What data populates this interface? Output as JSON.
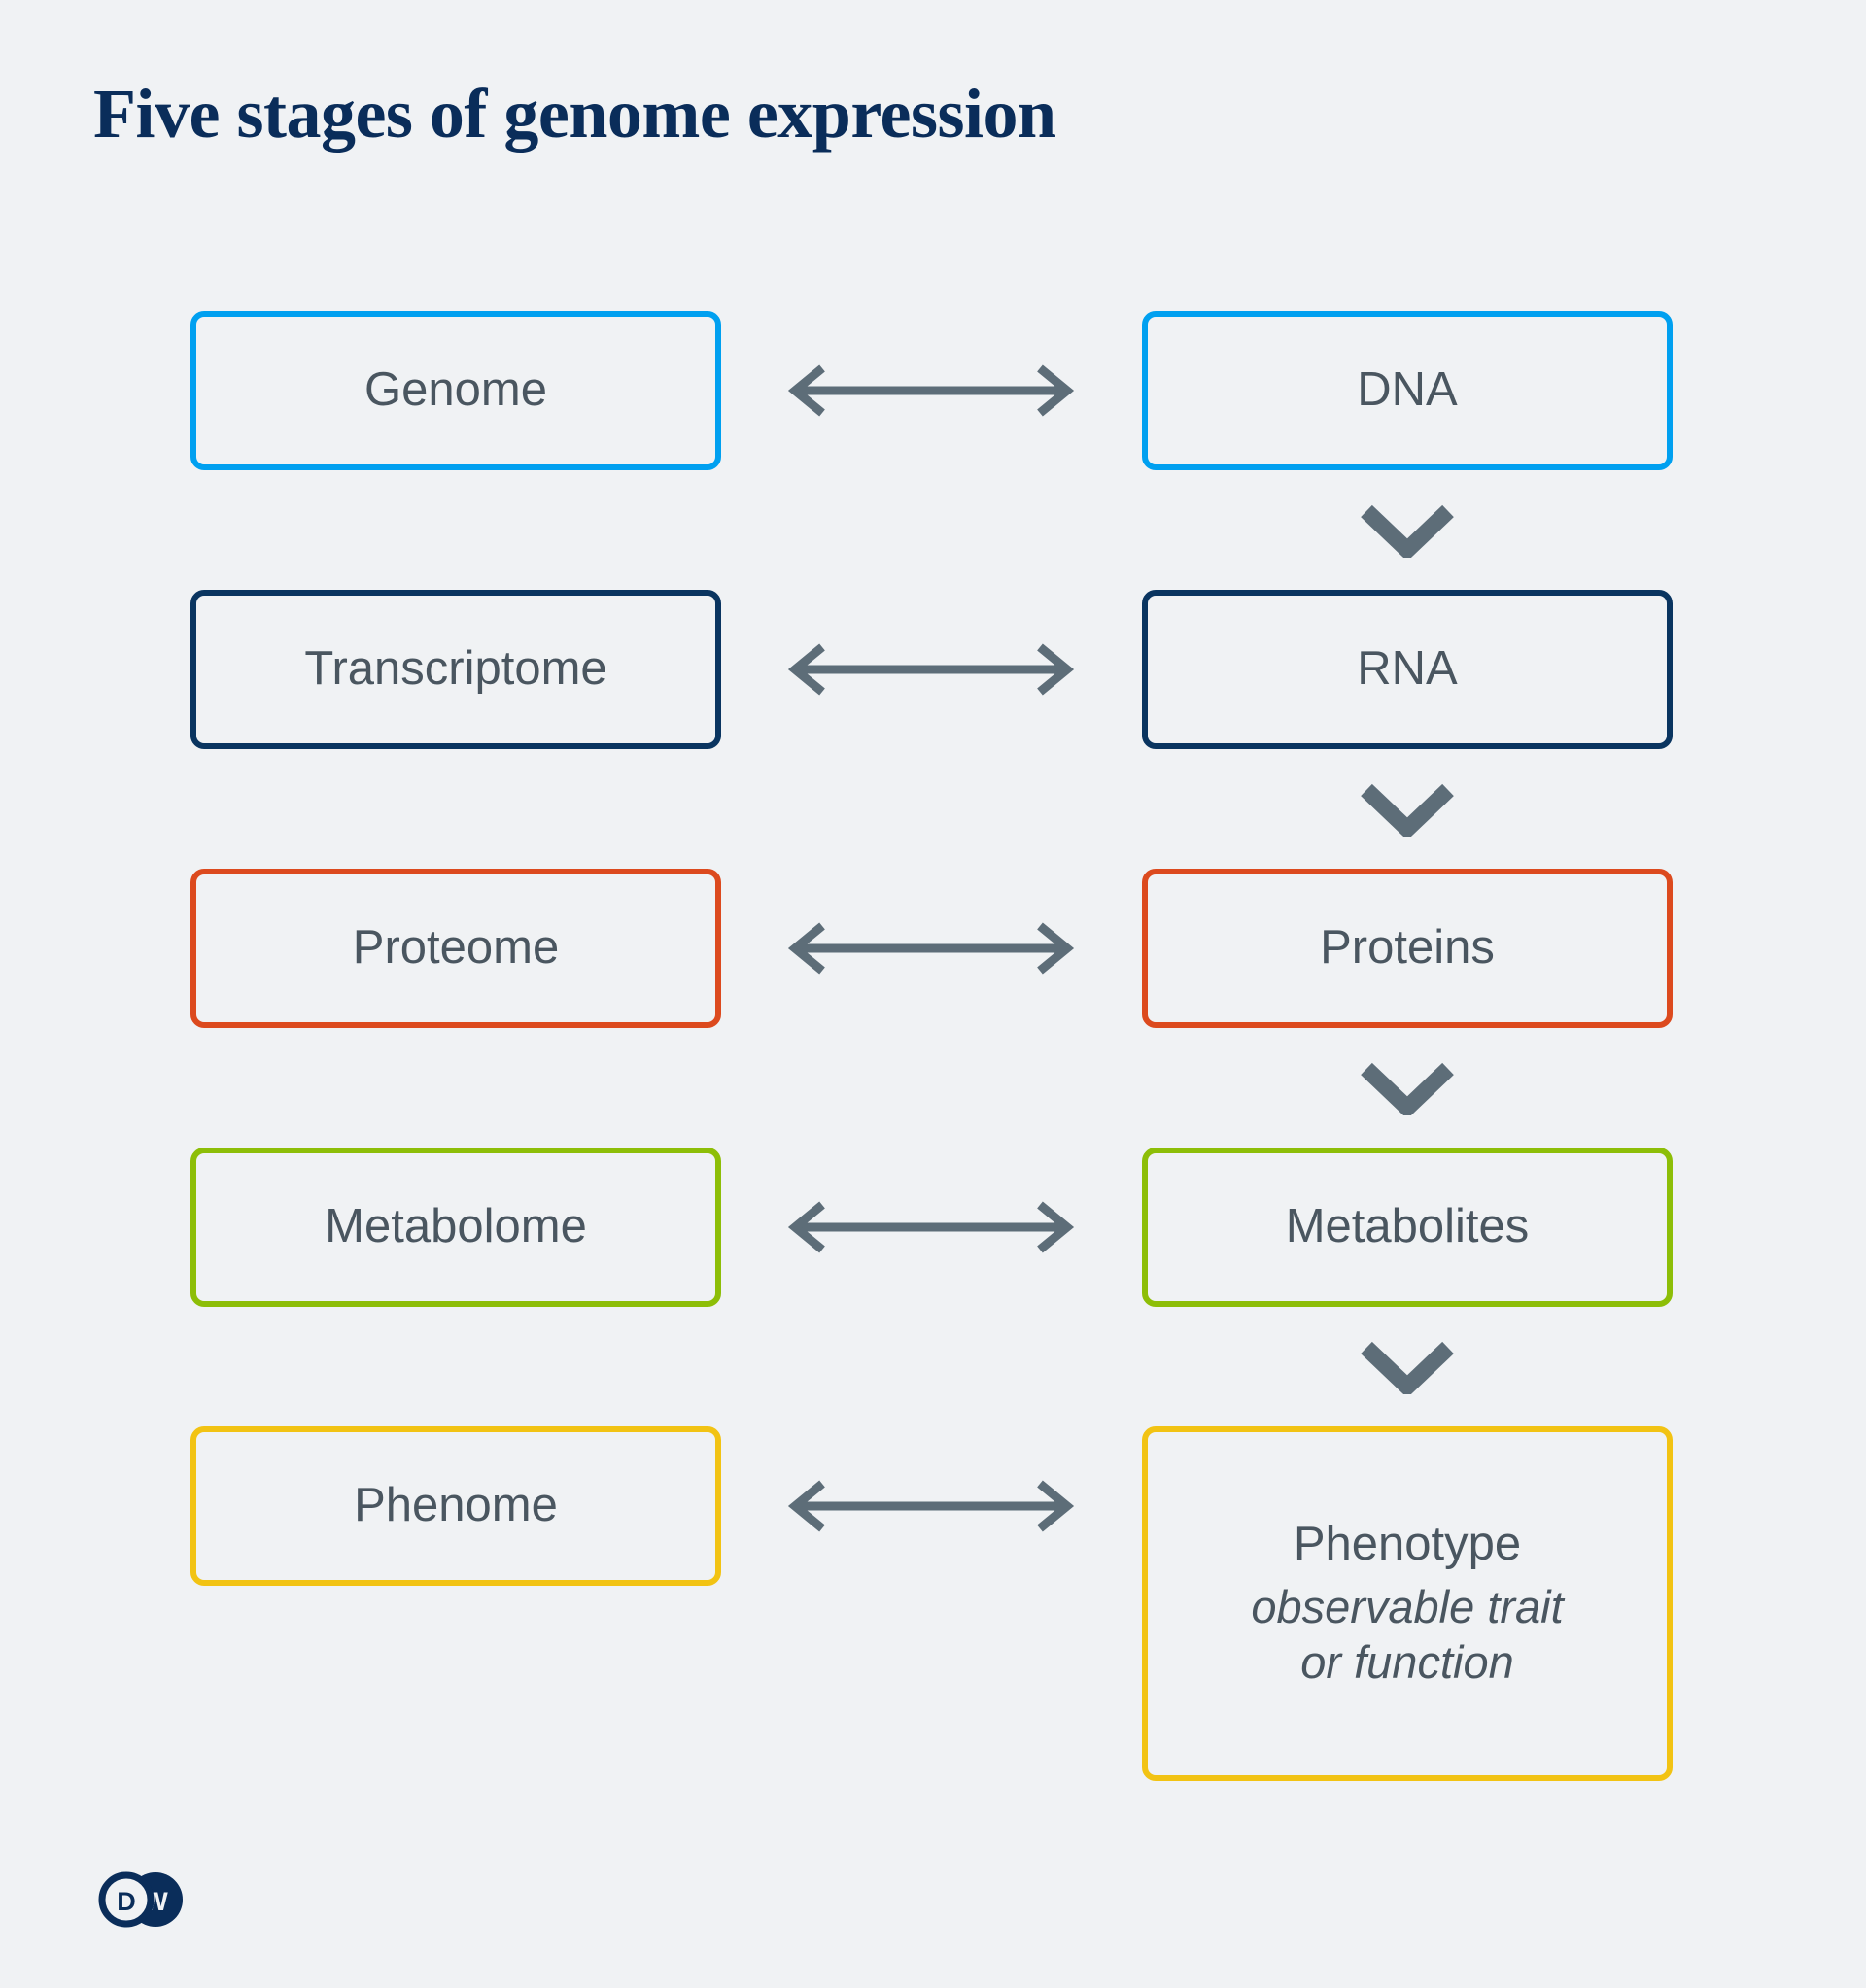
{
  "page": {
    "title": "Five stages of genome expression",
    "background_color": "#F0F2F4",
    "title_color": "#0A2D5A",
    "text_color": "#4A5660",
    "arrow_color": "#5D6D78"
  },
  "diagram": {
    "type": "flow-diagram",
    "rows": [
      {
        "id": "row-genome",
        "accent_color": "#00A0F0",
        "left_label": "Genome",
        "right_label": "DNA",
        "right_sub": "",
        "link_icon": "double-headed-arrow-icon",
        "flow_icon": "chevron-down-icon"
      },
      {
        "id": "row-transcriptome",
        "accent_color": "#0A3560",
        "left_label": "Transcriptome",
        "right_label": "RNA",
        "right_sub": "",
        "link_icon": "double-headed-arrow-icon",
        "flow_icon": "chevron-down-icon"
      },
      {
        "id": "row-proteome",
        "accent_color": "#DC4A1E",
        "left_label": "Proteome",
        "right_label": "Proteins",
        "right_sub": "",
        "link_icon": "double-headed-arrow-icon",
        "flow_icon": "chevron-down-icon"
      },
      {
        "id": "row-metabolome",
        "accent_color": "#8DBE07",
        "left_label": "Metabolome",
        "right_label": "Metabolites",
        "right_sub": "",
        "link_icon": "double-headed-arrow-icon",
        "flow_icon": "chevron-down-icon"
      },
      {
        "id": "row-phenome",
        "accent_color": "#F2C313",
        "left_label": "Phenome",
        "right_label": "Phenotype",
        "right_sub_line1": "observable trait",
        "right_sub_line2": "or function",
        "link_icon": "double-headed-arrow-icon",
        "flow_icon": ""
      }
    ]
  },
  "footer": {
    "logo_name": "dw-logo",
    "logo_letters": "DW",
    "logo_color": "#0A2D5A"
  }
}
